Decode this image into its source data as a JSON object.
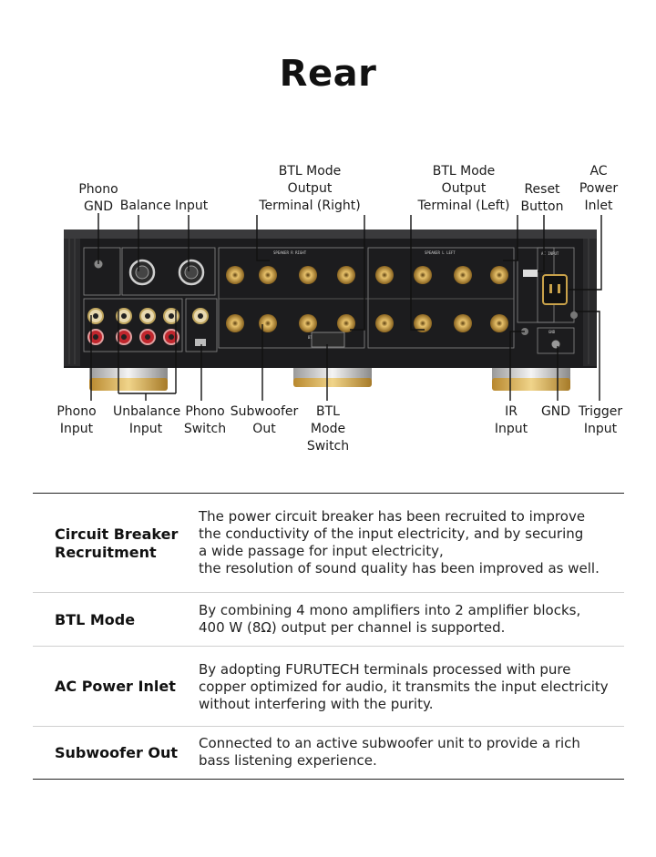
{
  "page": {
    "title": "Rear"
  },
  "callouts": {
    "phono_gnd": "Phono\nGND",
    "balance_input": "Balance Input",
    "btl_right": "BTL Mode\nOutput\nTerminal (Right)",
    "btl_left": "BTL Mode\nOutput\nTerminal (Left)",
    "reset_button": "Reset\nButton",
    "ac_power_inlet": "AC\nPower\nInlet",
    "phono_input": "Phono\nInput",
    "unbalance_input": "Unbalance\nInput",
    "phono_switch": "Phono\nSwitch",
    "subwoofer_out": "Subwoofer\nOut",
    "btl_mode_switch": "BTL\nMode\nSwitch",
    "ir_input": "IR\nInput",
    "gnd": "GND",
    "trigger_input": "Trigger\nInput"
  },
  "features": [
    {
      "name": "Circuit Breaker\nRecruitment",
      "description": "The power circuit breaker has been recruited to improve\nthe conductivity of the input electricity, and by securing\na wide passage for input electricity,\nthe resolution of sound quality has been improved as well."
    },
    {
      "name": "BTL Mode",
      "description": "By combining 4 mono amplifiers into 2 amplifier blocks,\n400 W (8Ω) output per channel is supported."
    },
    {
      "name": "AC Power Inlet",
      "description": "By adopting FURUTECH terminals processed with pure\ncopper optimized for audio, it transmits the input electricity\nwithout interfering with the purity."
    },
    {
      "name": "Subwoofer Out",
      "description": "Connected to an active subwoofer unit to provide a rich\nbass listening experience."
    }
  ],
  "panel_markings": {
    "speaker_right": "SPEAKER R RIGHT",
    "speaker_left": "SPEAKER L LEFT",
    "btl_mode": "BTL MODE",
    "ac_input": "AC INPUT",
    "gnd": "GND"
  },
  "colors": {
    "chassis": "#1c1c1e",
    "gold": "#c9a24a",
    "rca_red": "#c0262d",
    "line": "#111111"
  }
}
